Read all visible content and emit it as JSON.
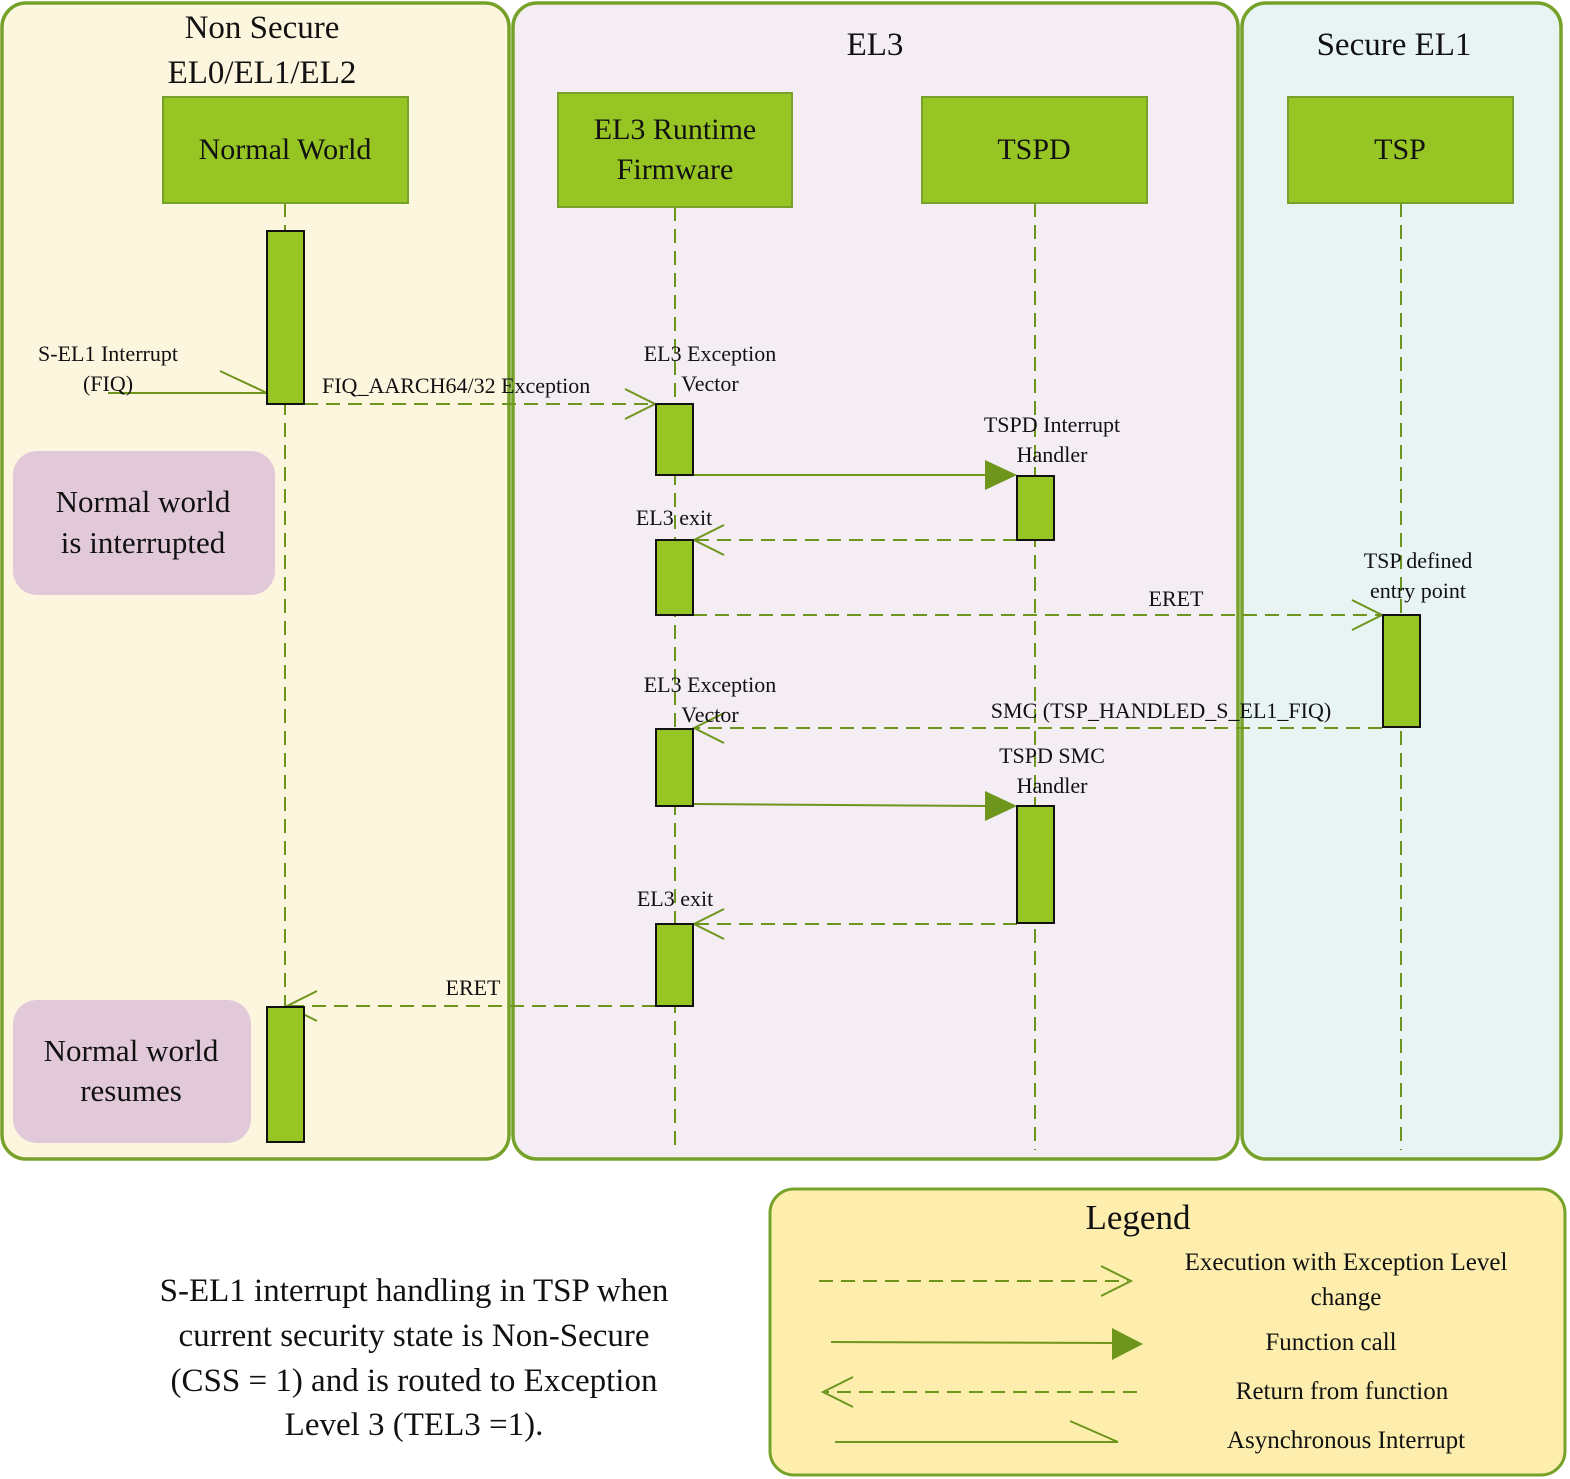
{
  "colors": {
    "lane_border": "#77a22a",
    "lane_nonsecure_bg": "#fdf6df",
    "lane_el3_bg": "#f4edf4",
    "lane_secure_bg": "#e8f4f4",
    "actor_fill": "#97c523",
    "actor_border": "#77a22a",
    "activation_fill": "#97c523",
    "arrow": "#6e951c",
    "note_bg": "#e2c9d9",
    "legend_bg": "#fdeeae"
  },
  "lanes": [
    {
      "id": "non-secure",
      "title_lines": [
        "Non Secure",
        "EL0/EL1/EL2"
      ]
    },
    {
      "id": "el3",
      "title_lines": [
        "EL3"
      ]
    },
    {
      "id": "secure-el1",
      "title_lines": [
        "Secure EL1"
      ]
    }
  ],
  "actors": [
    {
      "id": "normal-world",
      "label_lines": [
        "Normal World"
      ]
    },
    {
      "id": "el3-runtime-firmware",
      "label_lines": [
        "EL3 Runtime",
        "Firmware"
      ]
    },
    {
      "id": "tspd",
      "label_lines": [
        "TSPD"
      ]
    },
    {
      "id": "tsp",
      "label_lines": [
        "TSP"
      ]
    }
  ],
  "messages": [
    {
      "type": "async-interrupt",
      "to": "normal-world",
      "label_lines": [
        "S-EL1 Interrupt",
        "(FIQ)"
      ]
    },
    {
      "type": "el-change",
      "from": "normal-world",
      "to": "el3-runtime-firmware",
      "label_lines": [
        "FIQ_AARCH64/32 Exception"
      ]
    },
    {
      "type": "annotation",
      "actor": "el3-runtime-firmware",
      "label_lines": [
        "EL3 Exception",
        "Vector"
      ]
    },
    {
      "type": "function-call",
      "from": "el3-runtime-firmware",
      "to": "tspd",
      "label_lines": [
        "TSPD Interrupt",
        "Handler"
      ]
    },
    {
      "type": "return",
      "from": "tspd",
      "to": "el3-runtime-firmware",
      "label_lines": [
        "EL3 exit"
      ]
    },
    {
      "type": "el-change",
      "from": "el3-runtime-firmware",
      "to": "tsp",
      "label_lines": [
        "ERET"
      ]
    },
    {
      "type": "annotation",
      "actor": "tsp",
      "label_lines": [
        "TSP defined",
        "entry point"
      ]
    },
    {
      "type": "return",
      "from": "tsp",
      "to": "el3-runtime-firmware",
      "label_lines": [
        "SMC (TSP_HANDLED_S_EL1_FIQ)"
      ]
    },
    {
      "type": "annotation",
      "actor": "el3-runtime-firmware",
      "label_lines": [
        "EL3 Exception",
        "Vector"
      ]
    },
    {
      "type": "function-call",
      "from": "el3-runtime-firmware",
      "to": "tspd",
      "label_lines": [
        "TSPD SMC",
        "Handler"
      ]
    },
    {
      "type": "return",
      "from": "tspd",
      "to": "el3-runtime-firmware",
      "label_lines": [
        "EL3 exit"
      ]
    },
    {
      "type": "return",
      "from": "el3-runtime-firmware",
      "to": "normal-world",
      "label_lines": [
        "ERET"
      ]
    }
  ],
  "notes": [
    {
      "id": "normal-world-interrupted",
      "lines": [
        "Normal world",
        "is interrupted"
      ]
    },
    {
      "id": "normal-world-resumes",
      "lines": [
        "Normal world",
        "resumes"
      ]
    }
  ],
  "caption_lines": [
    "S-EL1 interrupt handling in TSP when",
    "current security state is Non-Secure",
    "(CSS = 1) and is routed to  Exception",
    "Level 3 (TEL3 =1)."
  ],
  "legend": {
    "title": "Legend",
    "items": [
      {
        "type": "el-change",
        "label_lines": [
          "Execution with Exception Level",
          "change"
        ]
      },
      {
        "type": "function-call",
        "label_lines": [
          "Function call"
        ]
      },
      {
        "type": "return",
        "label_lines": [
          "Return from function"
        ]
      },
      {
        "type": "async-interrupt",
        "label_lines": [
          "Asynchronous Interrupt"
        ]
      }
    ]
  }
}
